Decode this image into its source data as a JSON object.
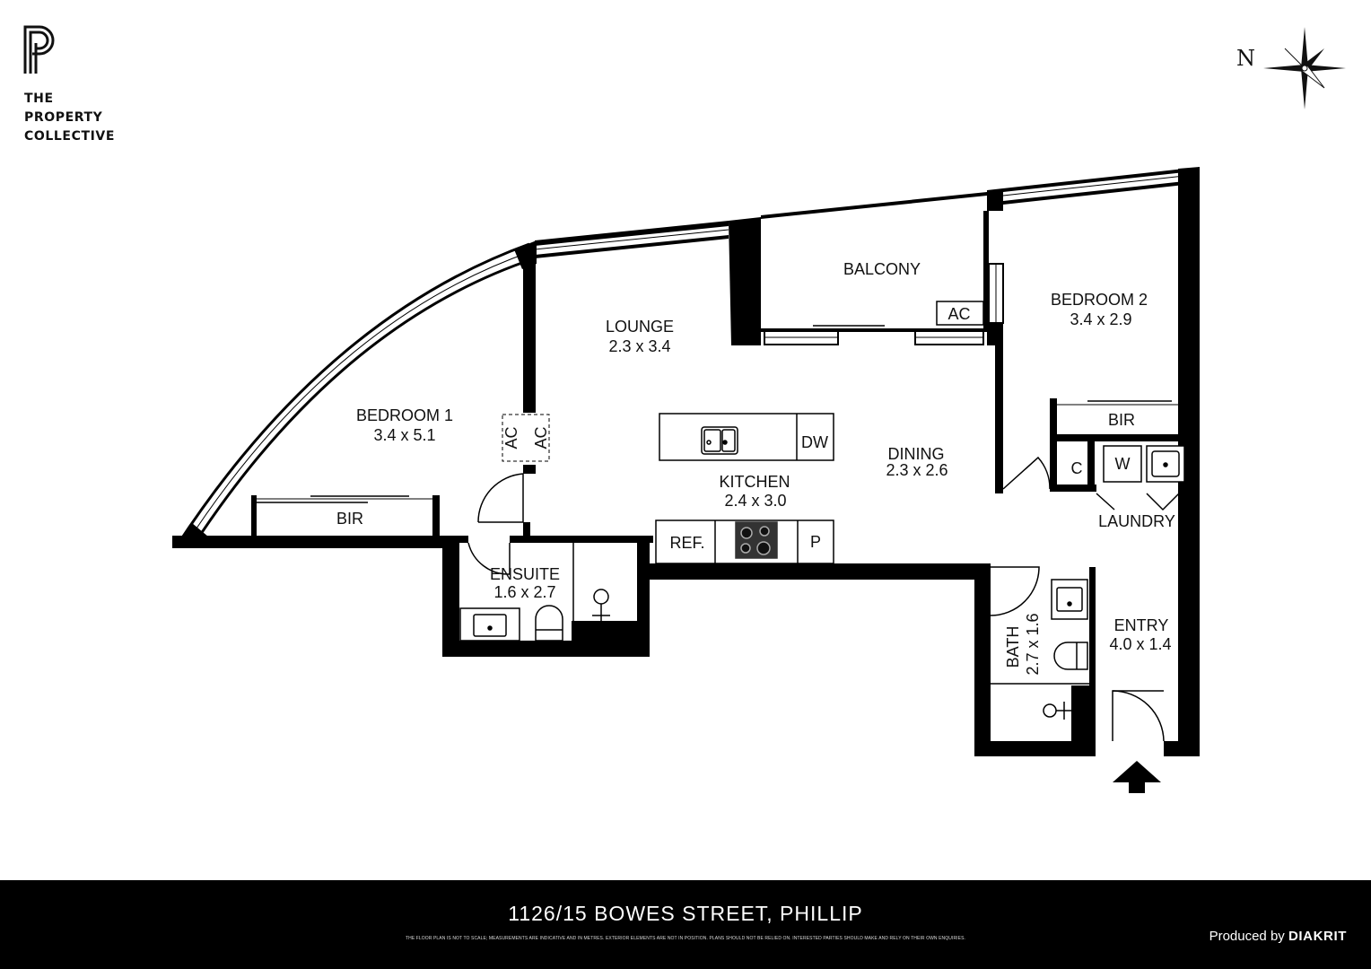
{
  "brand": {
    "line1": "THE",
    "line2": "PROPERTY",
    "line3": "COLLECTIVE"
  },
  "compass": {
    "label": "N"
  },
  "rooms": {
    "balcony": {
      "name": "BALCONY"
    },
    "lounge": {
      "name": "LOUNGE",
      "size": "2.3 x 3.4"
    },
    "bedroom1": {
      "name": "BEDROOM 1",
      "size": "3.4 x 5.1"
    },
    "bedroom2": {
      "name": "BEDROOM 2",
      "size": "3.4 x 2.9"
    },
    "kitchen": {
      "name": "KITCHEN",
      "size": "2.4 x 3.0"
    },
    "dining": {
      "name": "DINING",
      "size": "2.3 x 2.6"
    },
    "ensuite": {
      "name": "ENSUITE",
      "size": "1.6 x 2.7"
    },
    "bath": {
      "name": "BATH",
      "size": "2.7 x 1.6"
    },
    "entry": {
      "name": "ENTRY",
      "size": "4.0 x 1.4"
    },
    "laundry": {
      "name": "LAUNDRY"
    }
  },
  "fixtures": {
    "ac": "AC",
    "bir": "BIR",
    "dishwasher": "DW",
    "fridge": "REF.",
    "pantry": "P",
    "cupboard": "C",
    "washer": "W"
  },
  "footer": {
    "address": "1126/15 BOWES STREET, PHILLIP",
    "disclaimer": "THE FLOOR PLAN IS NOT TO SCALE; MEASUREMENTS ARE INDICATIVE AND IN METRES. EXTERIOR ELEMENTS ARE NOT IN POSITION. PLANS SHOULD NOT BE RELIED ON. INTERESTED PARTIES SHOULD MAKE AND RELY ON THEIR OWN ENQUIRIES.",
    "produced_prefix": "Produced by",
    "produced_brand": "DIAKRIT"
  },
  "colors": {
    "wall": "#000000",
    "background": "#ffffff",
    "footer": "#000000",
    "footer_text": "#ffffff"
  }
}
